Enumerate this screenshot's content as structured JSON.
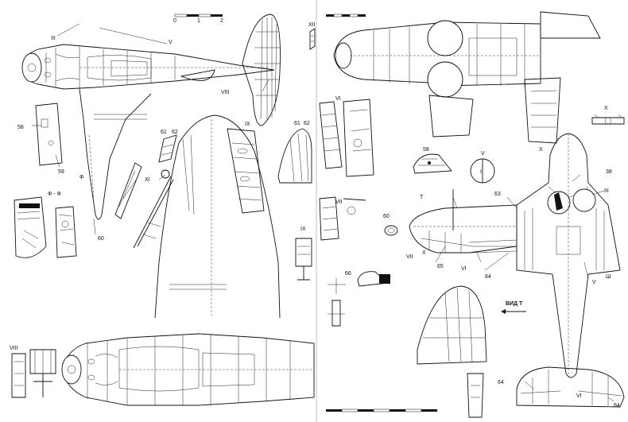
{
  "labels": {
    "ref_III_a": "III",
    "ref_V_a": "V",
    "ref_XII": "XII",
    "ref_VIII_a": "VIII",
    "ref_IX_a": "IX",
    "ref_58_a": "58",
    "ref_59": "59",
    "ref_phi": "Ф",
    "ref_phi_phi": "Ф - Ф",
    "ref_60_a": "60",
    "ref_61_a": "61",
    "ref_62_a": "62",
    "ref_XI": "XI",
    "ref_61_b": "61",
    "ref_62_b": "62",
    "ref_VI_a": "VI",
    "ref_VII_a": "VII",
    "ref_IX_b": "IX",
    "ref_VIII_b": "VIII",
    "ref_66": "66",
    "ref_X_a": "X",
    "ref_58_b": "58",
    "ref_V_b": "V",
    "ref_I": "I",
    "ref_T": "T",
    "ref_63": "63",
    "ref_60_b": "60",
    "ref_X_b": "X",
    "ref_38": "38",
    "ref_III_b": "III",
    "ref_VII_b": "VII",
    "ref_X_c": "X",
    "ref_65": "65",
    "ref_VI_b": "VI",
    "ref_64_a": "64",
    "ref_V_c": "V",
    "ref_III_c": "Ш",
    "ref_vid_T": "ВИД Т",
    "ref_64_b": "64",
    "ref_VI_c": "VI",
    "ref_64_c": "64"
  },
  "scale_bar": {
    "ticks": [
      "0",
      "1",
      "2"
    ]
  }
}
